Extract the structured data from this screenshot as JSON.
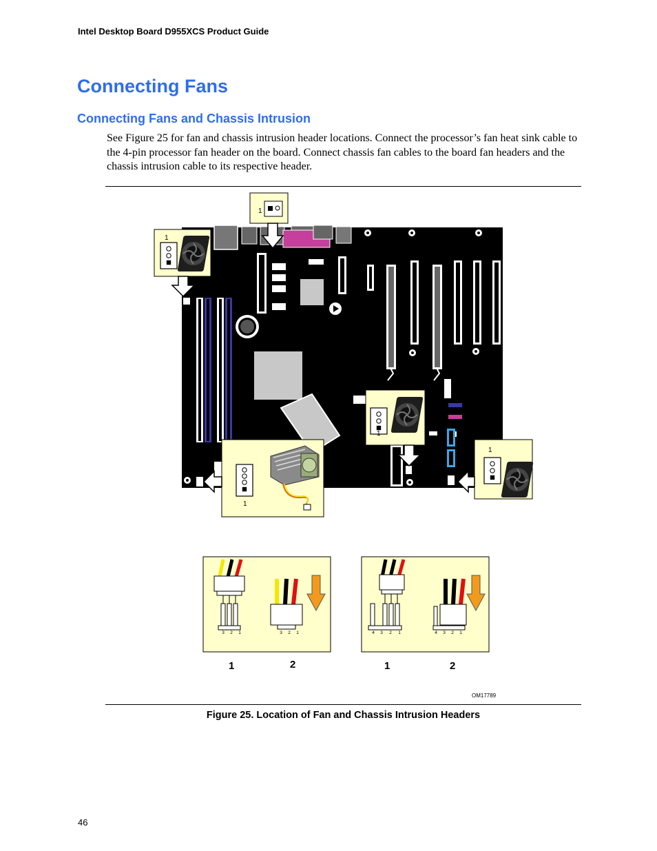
{
  "header": {
    "running_title": "Intel Desktop Board D955XCS Product Guide"
  },
  "section": {
    "title": "Connecting Fans",
    "subtitle": "Connecting Fans and Chassis Intrusion",
    "paragraph": "See Figure 25 for fan and chassis intrusion header locations.  Connect the processor’s fan heat sink cable to the 4-pin processor fan header on the board.  Connect chassis fan cables to the board fan headers and the chassis intrusion cable to its respective header."
  },
  "figure": {
    "callout_pin": "1",
    "labels": {
      "item_1": "1",
      "item_2": "2"
    },
    "left_pins": [
      "3",
      "2",
      "1"
    ],
    "right_pins": [
      "4",
      "3",
      "2",
      "1"
    ],
    "part_number": "OM17789",
    "caption": "Figure 25.  Location of Fan and Chassis Intrusion Headers",
    "colors": {
      "wire_yellow": "#f2e800",
      "wire_red": "#e01010",
      "wire_black": "#000000",
      "arrow_orange": "#f29a1e",
      "callout_bg": "#ffffcc",
      "board": "#000000",
      "dimm_blue": "#3a3aa0",
      "port_magenta": "#c4409c",
      "sata_blue": "#3da7e3"
    }
  },
  "footer": {
    "page_number": "46"
  }
}
